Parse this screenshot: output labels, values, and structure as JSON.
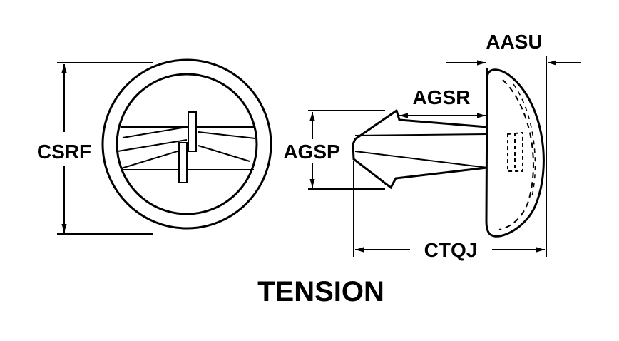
{
  "labels": {
    "csrf": "CSRF",
    "agsp": "AGSP",
    "agsr": "AGSR",
    "aasu": "AASU",
    "ctqj": "CTQJ"
  },
  "caption": "TENSION",
  "colors": {
    "ink": "#000000",
    "background": "#ffffff"
  }
}
